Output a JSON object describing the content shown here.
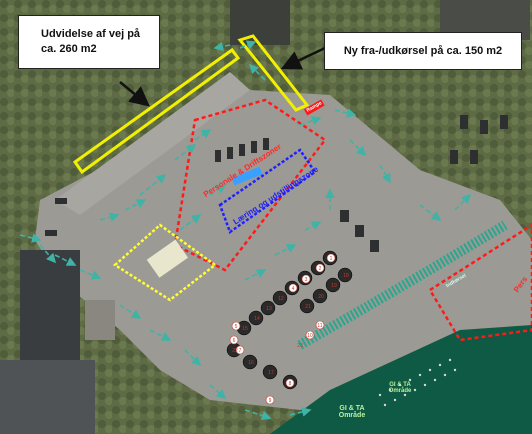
{
  "callouts": {
    "road_extension": "Udvidelse af vej på ca. 260 m2",
    "new_exit": "Ny fra-/udkørsel på ca. 150 m2"
  },
  "zones": {
    "staff_operations": "Personale & Driftszoner",
    "learning_exhibition": "Læring og udstillingszone",
    "right_zone_fragment": "Pers",
    "gi_ta_area": "GI & TA Område",
    "gi_ta_area_small": "GI & TA Område",
    "small_sign": "Rampe",
    "conveyor_lane": "Indkørsel"
  },
  "container_numbers": [
    "1",
    "2",
    "3",
    "4",
    "5",
    "6",
    "7",
    "8",
    "9",
    "10",
    "11",
    "12",
    "13",
    "14",
    "15",
    "16",
    "17",
    "18",
    "19",
    "20",
    "21",
    "22",
    "23"
  ],
  "colors": {
    "highlight_yellow": "#f2ef00",
    "zone_red": "#ff1a1a",
    "zone_blue": "#2020ff",
    "zone_dotted_yellow": "#ffff33",
    "flow_arrow": "#3fb3a6",
    "green_area": "#0f5a44"
  },
  "icons": {
    "pointer_arrow": "black-pointer-arrow-icon",
    "flow_arrow": "teal-flow-arrow-icon"
  }
}
